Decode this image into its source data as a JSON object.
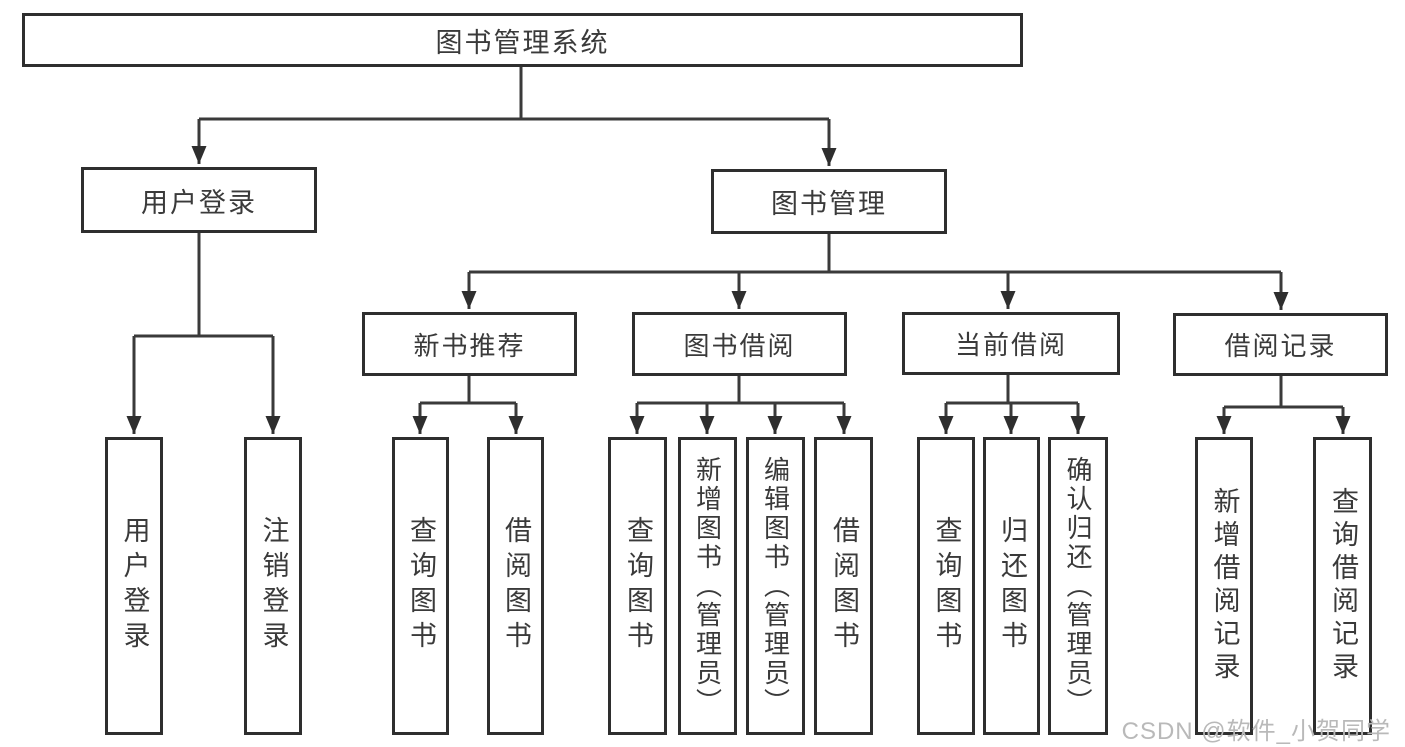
{
  "watermark": {
    "text": "CSDN @软件_小贺同学"
  },
  "colors": {
    "line": "#3a3a3a",
    "border": "#2e2e2e",
    "text": "#3a3a3a",
    "watermark": "#b9b9b9",
    "background": "#ffffff"
  },
  "diagram": {
    "root": {
      "label": "图书管理系统"
    },
    "branches": [
      {
        "label": "用户登录",
        "children": [
          {
            "label": "用户登录"
          },
          {
            "label": "注销登录"
          }
        ]
      },
      {
        "label": "图书管理",
        "children": [
          {
            "label": "新书推荐",
            "children": [
              {
                "label": "查询图书"
              },
              {
                "label": "借阅图书"
              }
            ]
          },
          {
            "label": "图书借阅",
            "children": [
              {
                "label": "查询图书"
              },
              {
                "label": "新增图书（管理员）"
              },
              {
                "label": "编辑图书（管理员）"
              },
              {
                "label": "借阅图书"
              }
            ]
          },
          {
            "label": "当前借阅",
            "children": [
              {
                "label": "查询图书"
              },
              {
                "label": "归还图书"
              },
              {
                "label": "确认归还（管理员）"
              }
            ]
          },
          {
            "label": "借阅记录",
            "children": [
              {
                "label": "新增借阅记录"
              },
              {
                "label": "查询借阅记录"
              }
            ]
          }
        ]
      }
    ]
  }
}
